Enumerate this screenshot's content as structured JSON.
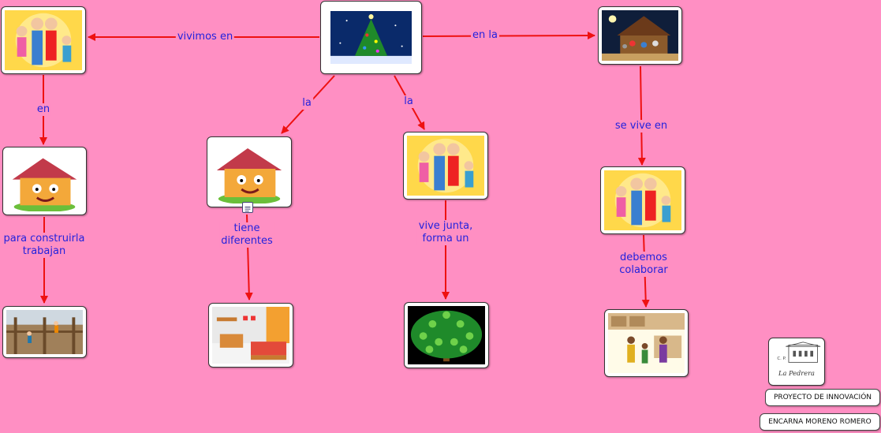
{
  "nodes": {
    "tree": {
      "image": "christmas-tree"
    },
    "family_top": {
      "image": "family"
    },
    "nativity": {
      "image": "nativity-scene"
    },
    "house_left": {
      "image": "cartoon-house"
    },
    "house_mid": {
      "image": "cartoon-house"
    },
    "family_mid": {
      "image": "family"
    },
    "family_right": {
      "image": "family"
    },
    "construction": {
      "image": "construction-workers"
    },
    "bedroom": {
      "image": "bedroom"
    },
    "family_tree": {
      "image": "family-tree"
    },
    "kitchen": {
      "image": "family-kitchen"
    },
    "school_logo": {
      "image": "school-logo",
      "logo_text": "La Pedrera",
      "logo_initials": "C. P."
    }
  },
  "links": {
    "vivimos_en": "vivimos en",
    "en_la": "en la",
    "en": "en",
    "la_left": "la",
    "la_right": "la",
    "se_vive_en": "se vive en",
    "para_construirla": "para construirla\ntrabajan",
    "tiene_diferentes": "tiene\ndiferentes",
    "vive_junta": "vive junta,\nforma un",
    "debemos_colaborar": "debemos\ncolaborar"
  },
  "credits": {
    "project": "PROYECTO DE INNOVACIÓN",
    "author": "ENCARNA MORENO ROMERO"
  },
  "colors": {
    "background": "#ff8fc3",
    "arrow": "#ee1111",
    "link_text": "#2222dd"
  }
}
